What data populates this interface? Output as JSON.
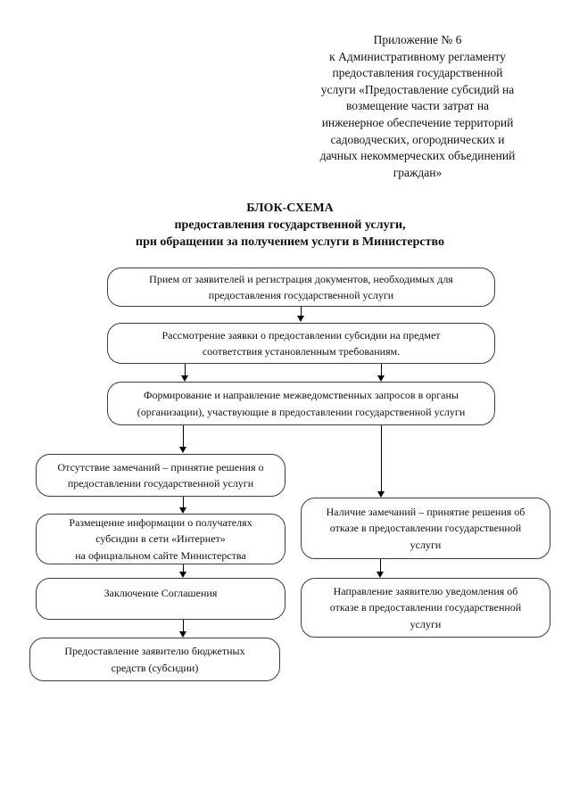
{
  "document": {
    "appendix_note": "Приложение № 6\nк Административному регламенту\nпредоставления государственной\nуслуги «Предоставление субсидий на\nвозмещение части затрат на\nинженерное обеспечение территорий\nсадоводческих, огороднических и\nдачных некоммерческих объединений\nграждан»",
    "title": "БЛОК-СХЕМА\nпредоставления государственной услуги,\nпри обращении за получением услуги в Министерство"
  },
  "flowchart": {
    "main_steps": [
      {
        "text": "Прием от заявителей и регистрация документов, необходимых для\nпредоставления государственной услуги"
      },
      {
        "text": "Рассмотрение заявки о предоставлении субсидии на предмет\nсоответствия установленным требованиям."
      },
      {
        "text": "Формирование и направление межведомственных запросов в органы\n(организации), участвующие в предоставлении государственной услуги"
      }
    ],
    "approve_branch": [
      {
        "text": "Отсутствие замечаний – принятие решения о\nпредоставлении государственной услуги"
      },
      {
        "text": "Размещение информации о получателях\nсубсидии в сети «Интернет»\nна официальном сайте Министерства"
      },
      {
        "text": "Заключение Соглашения"
      },
      {
        "text": "Предоставление заявителю бюджетных\nсредств (субсидии)"
      }
    ],
    "refuse_branch": [
      {
        "text": "Наличие замечаний – принятие решения об\nотказе в предоставлении государственной\nуслуги"
      },
      {
        "text": "Направление заявителю уведомления об\nотказе в предоставлении государственной\nуслуги"
      }
    ]
  }
}
